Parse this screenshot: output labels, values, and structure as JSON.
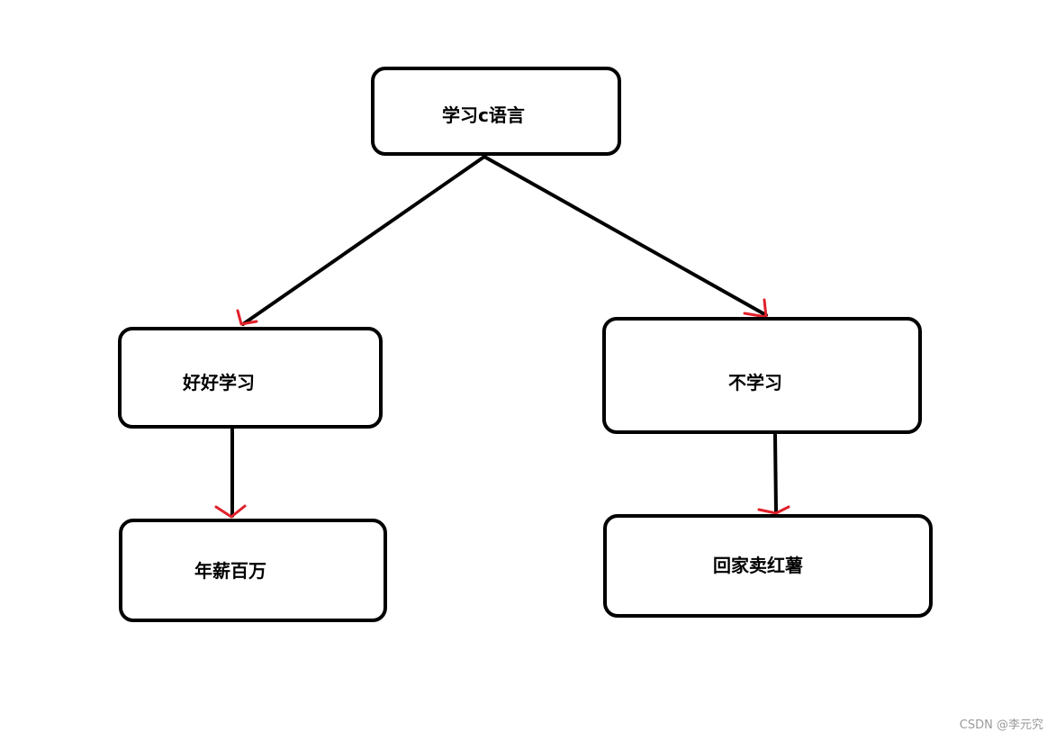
{
  "nodes": {
    "root": "学习c语言",
    "study": "好好学习",
    "no_study": "不学习",
    "salary": "年薪百万",
    "sell_yams": "回家卖红薯"
  },
  "colors": {
    "box_border": "#000000",
    "connector": "#000000",
    "arrowhead": "#e0202a"
  },
  "watermark": "CSDN @李元究"
}
